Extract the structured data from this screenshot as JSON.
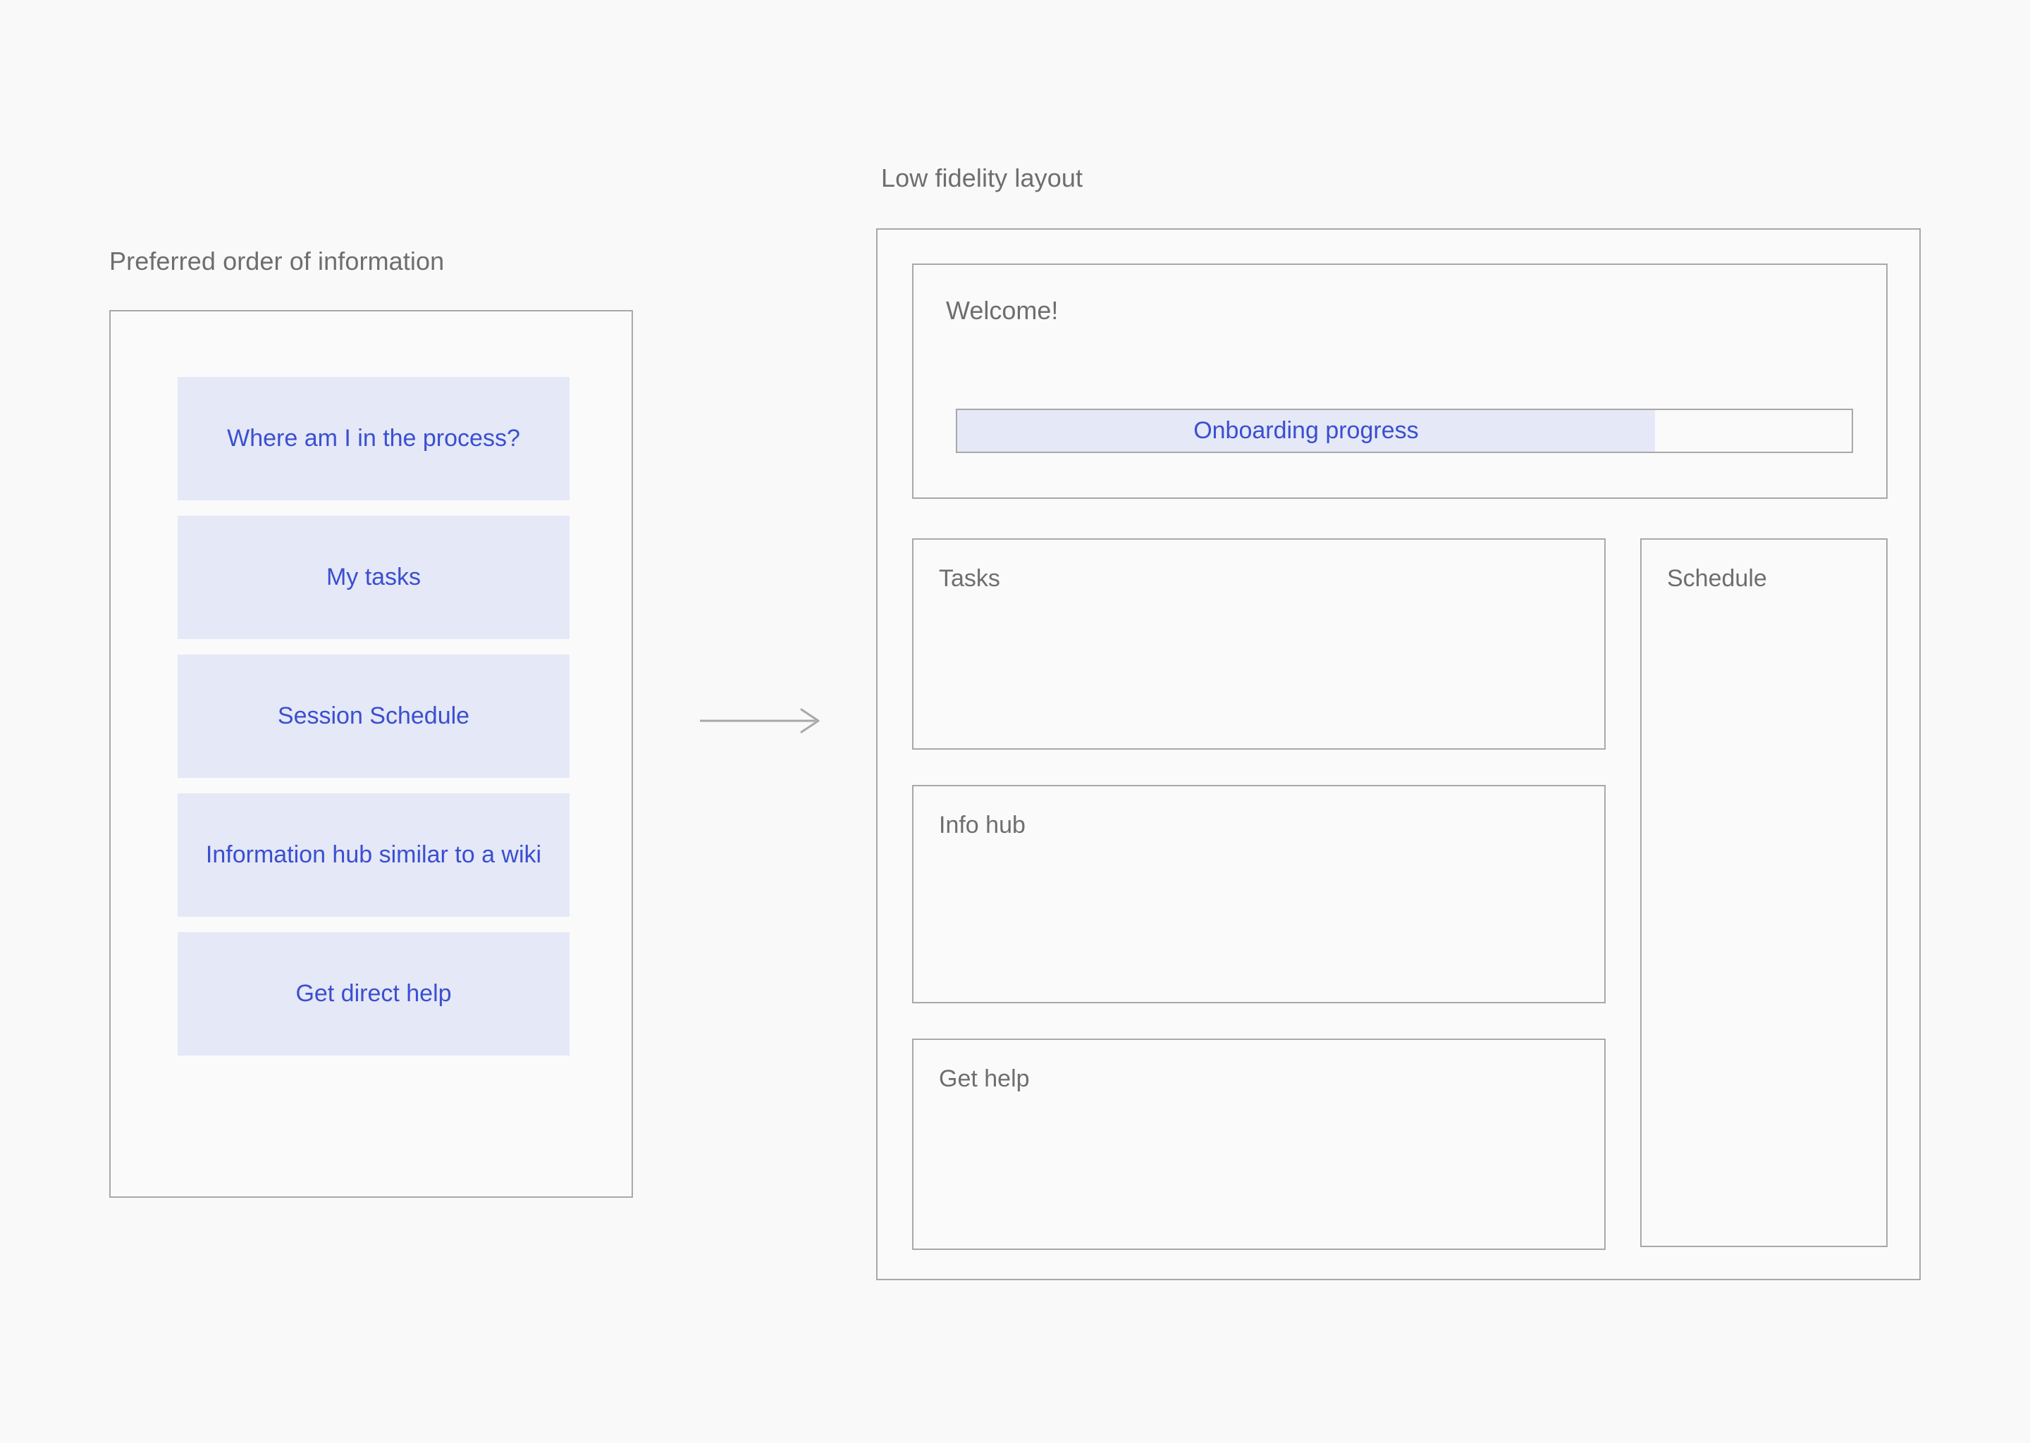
{
  "page": {
    "background": "#f9f9f9",
    "accent_blue": "#3a4fd0",
    "card_fill": "#e5e8f6",
    "border_gray": "#a8a8a8",
    "text_gray": "#6e6e6e"
  },
  "left_section": {
    "label": "Preferred order of information",
    "cards": [
      {
        "label": "Where am I in the process?"
      },
      {
        "label": "My tasks"
      },
      {
        "label": "Session Schedule"
      },
      {
        "label": "Information hub similar to a wiki"
      },
      {
        "label": "Get direct help"
      }
    ]
  },
  "connector": {
    "icon": "arrow-right-icon"
  },
  "right_section": {
    "label": "Low fidelity layout",
    "welcome": {
      "title": "Welcome!",
      "progress": {
        "label": "Onboarding progress",
        "fill_percent": 78
      }
    },
    "boxes": [
      {
        "title": "Tasks"
      },
      {
        "title": "Info hub"
      },
      {
        "title": "Get help"
      },
      {
        "title": "Schedule"
      }
    ]
  }
}
